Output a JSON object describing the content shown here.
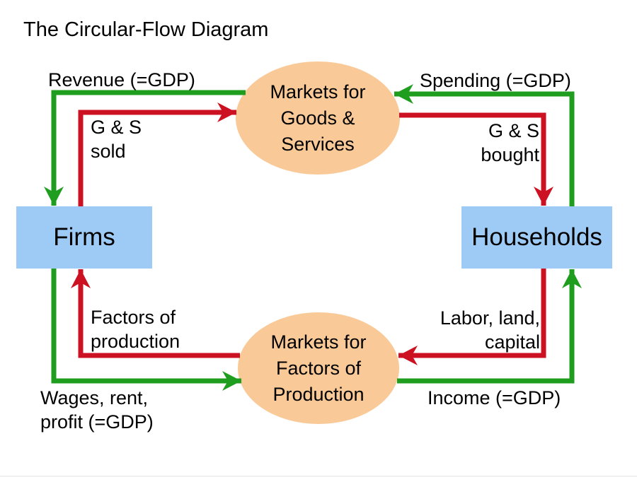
{
  "title": "The Circular-Flow Diagram",
  "colors": {
    "money_flow": "#1f9d1f",
    "real_flow": "#cc1122",
    "node_box": "#9ecbf5",
    "node_ellipse": "#f9c997",
    "text": "#000000",
    "background": "#ffffff"
  },
  "nodes": {
    "firms": {
      "label": "Firms"
    },
    "households": {
      "label": "Households"
    },
    "markets_goods": {
      "lines": [
        "Markets for",
        "Goods &",
        "Services"
      ]
    },
    "markets_factors": {
      "lines": [
        "Markets for",
        "Factors of",
        "Production"
      ]
    }
  },
  "flows": {
    "revenue": {
      "lines": [
        "Revenue (=GDP)"
      ]
    },
    "gs_sold": {
      "lines": [
        "G & S",
        "sold"
      ]
    },
    "spending": {
      "lines": [
        "Spending (=GDP)"
      ]
    },
    "gs_bought": {
      "lines": [
        "G & S",
        "bought"
      ]
    },
    "factors": {
      "lines": [
        "Factors of",
        "production"
      ]
    },
    "wages": {
      "lines": [
        "Wages, rent,",
        "profit (=GDP)"
      ]
    },
    "labor": {
      "lines": [
        "Labor, land,",
        "capital"
      ]
    },
    "income": {
      "lines": [
        "Income (=GDP)"
      ]
    }
  }
}
